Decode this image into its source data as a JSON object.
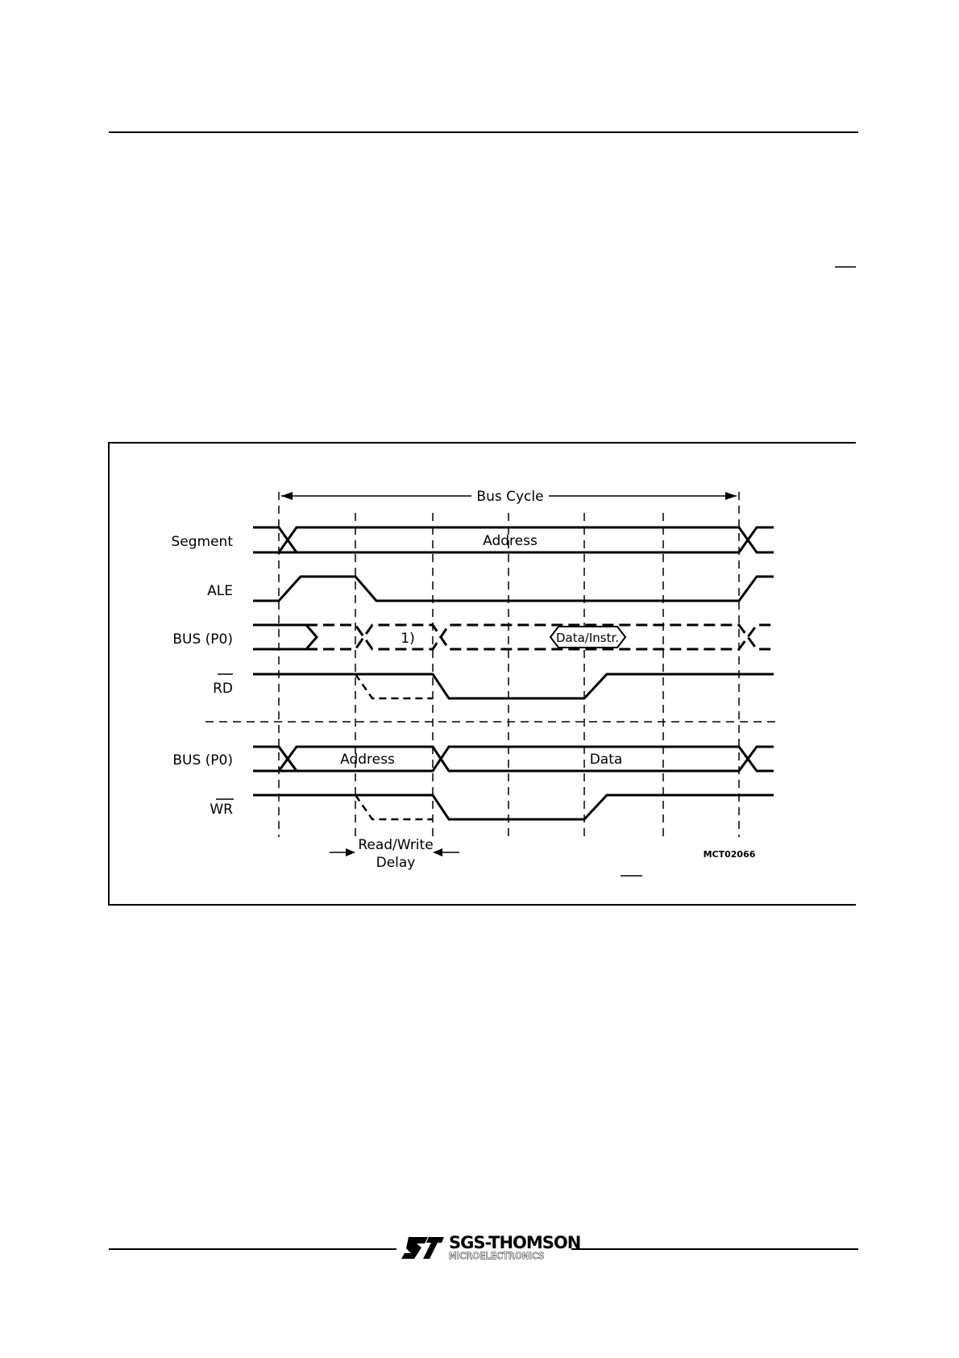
{
  "diagram": {
    "bus_cycle_label": "Bus Cycle",
    "signals": {
      "segment": "Segment",
      "ale": "ALE",
      "bus_read": "BUS (P0)",
      "rd": "RD",
      "bus_write": "BUS (P0)",
      "wr": "WR"
    },
    "values": {
      "segment_address": "Address",
      "read_footnote": "1)",
      "read_data_instr": "Data/Instr.",
      "write_address": "Address",
      "write_data": "Data"
    },
    "delay_label_line1": "Read/Write",
    "delay_label_line2": "Delay",
    "figure_code": "MCT02066"
  },
  "footer": {
    "logo_main": "SGS-THOMSON",
    "logo_sub": "MICROELECTRONICS"
  }
}
